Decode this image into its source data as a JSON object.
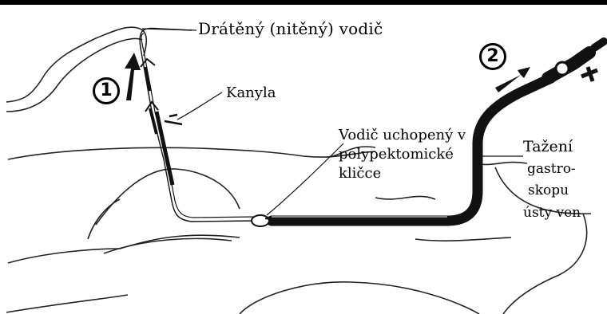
{
  "labels": {
    "guidewire": "Drátěný (nitěný) vodič",
    "cannula": "Kanyla",
    "snare": "Vodič uchopený v polypektomické kličce",
    "pull_line1": "Tažení",
    "pull_line2": "gastro-",
    "pull_line3": "skopu",
    "pull_line4": "ústy ven"
  },
  "markers": {
    "step1": "1",
    "step2": "2"
  },
  "colors": {
    "ink": "#000000",
    "background": "#ffffff"
  }
}
